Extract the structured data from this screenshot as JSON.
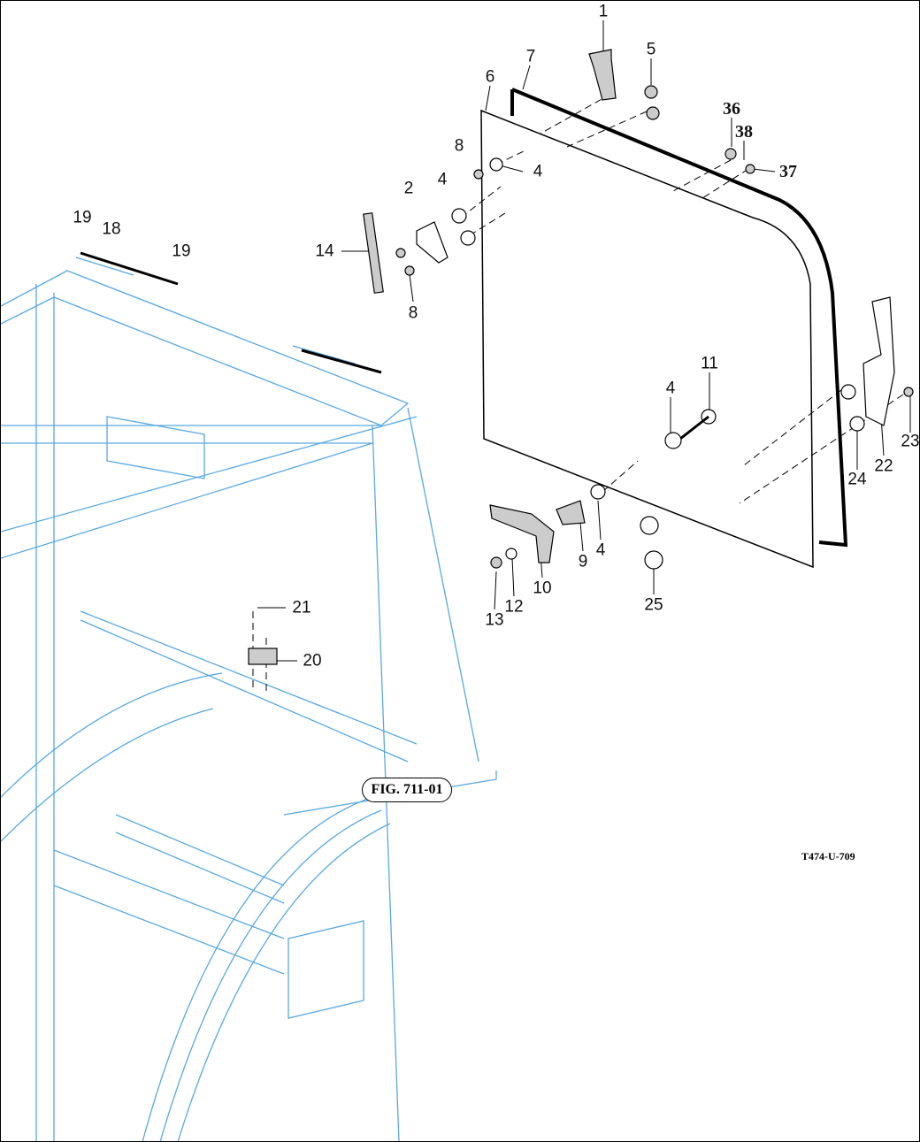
{
  "diagram": {
    "callouts": [
      "1",
      "5",
      "7",
      "6",
      "36",
      "38",
      "37",
      "8",
      "4",
      "2",
      "4",
      "14",
      "8",
      "19",
      "18",
      "19",
      "11",
      "4",
      "23",
      "22",
      "24",
      "9",
      "4",
      "10",
      "12",
      "13",
      "25",
      "21",
      "20"
    ],
    "figure_reference": "FIG. 711-01",
    "drawing_number": "T474-U-709",
    "colors": {
      "frame": "#5aa8e0",
      "parts": "#000000"
    }
  }
}
